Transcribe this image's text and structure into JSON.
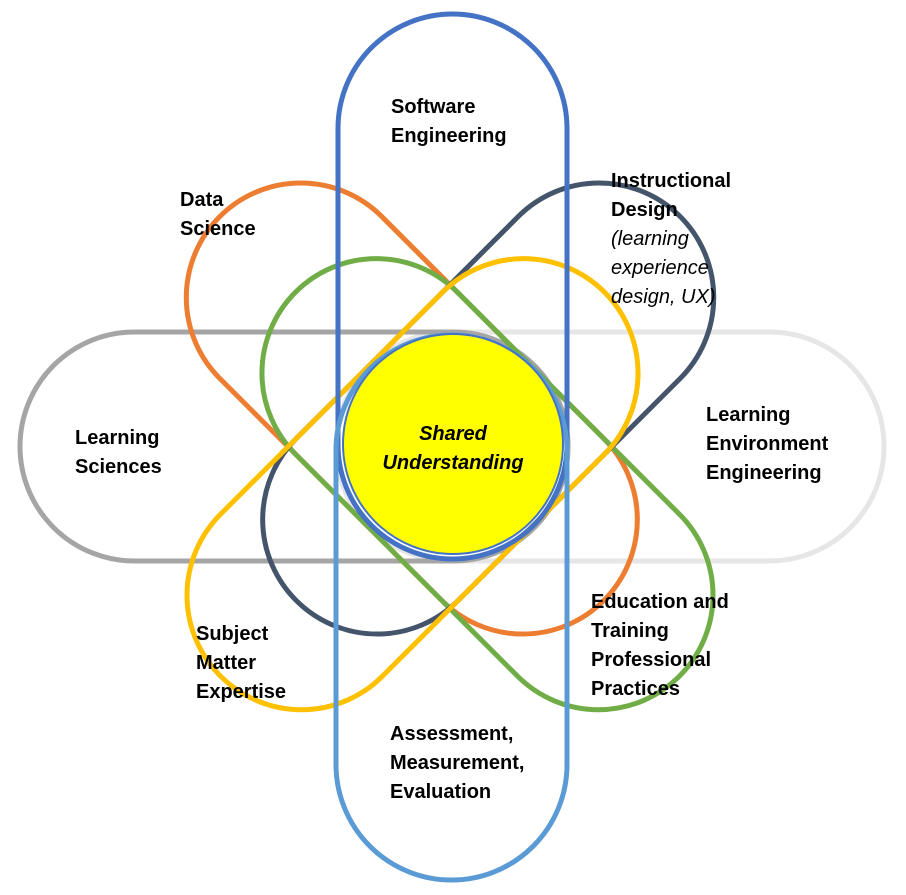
{
  "colors": {
    "software_engineering": "#4472C4",
    "data_science": "#ED7D31",
    "instructional_design": "#44546A",
    "learning_sciences": "#A5A5A5",
    "learning_environment_engineering": "#E7E6E6",
    "subject_matter_expertise": "#FFC000",
    "education_training": "#70AD47",
    "assessment": "#5B9BD5",
    "center_fill": "#FFFF00"
  },
  "center": {
    "line1": "Shared",
    "line2": "Understanding"
  },
  "petals": {
    "software_engineering": {
      "line1": "Software",
      "line2": "Engineering"
    },
    "data_science": {
      "line1": "Data",
      "line2": "Science"
    },
    "instructional_design": {
      "line1": "Instructional",
      "line2": "Design",
      "sub1": "(learning",
      "sub2": "experience",
      "sub3": "design, UX)"
    },
    "learning_sciences": {
      "line1": "Learning",
      "line2": "Sciences"
    },
    "learning_environment_engineering": {
      "line1": "Learning",
      "line2": "Environment",
      "line3": "Engineering"
    },
    "subject_matter_expertise": {
      "line1": "Subject",
      "line2": "Matter",
      "line3": "Expertise"
    },
    "education_training": {
      "line1": "Education and",
      "line2": "Training",
      "line3": "Professional",
      "line4": "Practices"
    },
    "assessment": {
      "line1": "Assessment,",
      "line2": "Measurement,",
      "line3": "Evaluation"
    }
  }
}
